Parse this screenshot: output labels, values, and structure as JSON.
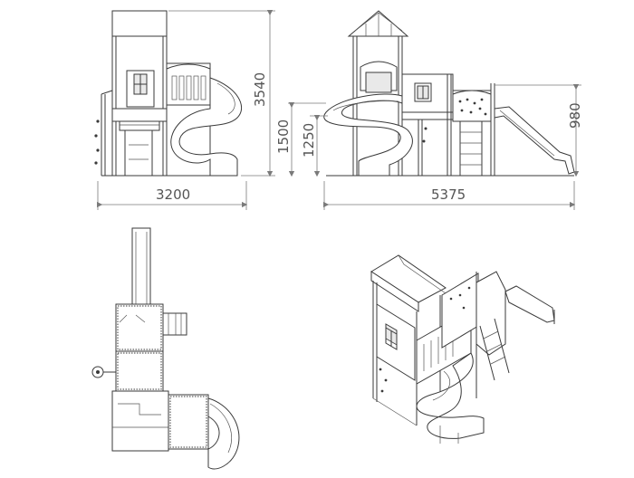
{
  "drawing": {
    "views": [
      "front-elevation",
      "side-elevation",
      "top-plan",
      "isometric"
    ]
  },
  "dimensions": {
    "front_width": "3200",
    "front_height": "3540",
    "side_length": "5375",
    "platform_height_1": "1500",
    "platform_height_2": "1250",
    "slide_exit_height": "980"
  },
  "colors": {
    "line": "#3a3a3a",
    "dimension_line": "#7a7a7a",
    "dimension_text": "#555555",
    "background": "#ffffff"
  }
}
